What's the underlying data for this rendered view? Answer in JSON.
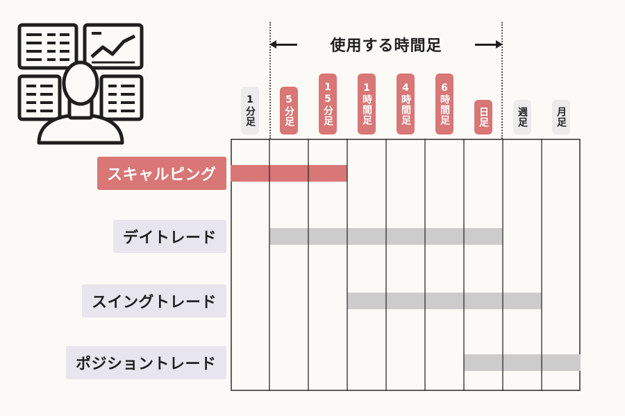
{
  "header": {
    "range_label": "使用する時間足"
  },
  "timeframes": [
    {
      "label": "1分足",
      "highlight": false
    },
    {
      "label": "5分足",
      "highlight": true
    },
    {
      "label": "15分足",
      "highlight": true
    },
    {
      "label": "1時間足",
      "highlight": true
    },
    {
      "label": "4時間足",
      "highlight": true
    },
    {
      "label": "6時間足",
      "highlight": true
    },
    {
      "label": "日足",
      "highlight": true
    },
    {
      "label": "週足",
      "highlight": false
    },
    {
      "label": "月足",
      "highlight": false
    }
  ],
  "styles": [
    {
      "label": "スキャルピング",
      "start": 0,
      "end": 3,
      "highlight": true
    },
    {
      "label": "デイトレード",
      "start": 1,
      "end": 7,
      "highlight": false
    },
    {
      "label": "スイングトレード",
      "start": 3,
      "end": 8,
      "highlight": false
    },
    {
      "label": "ポジショントレード",
      "start": 6,
      "end": 9,
      "highlight": false
    }
  ],
  "colors": {
    "highlight": "#d97676",
    "bar_gray": "#cccccc",
    "label_gray": "#e7e6ee",
    "ink": "#1f1f1f"
  },
  "icons": {
    "illustration": "trader-at-monitors-icon"
  }
}
